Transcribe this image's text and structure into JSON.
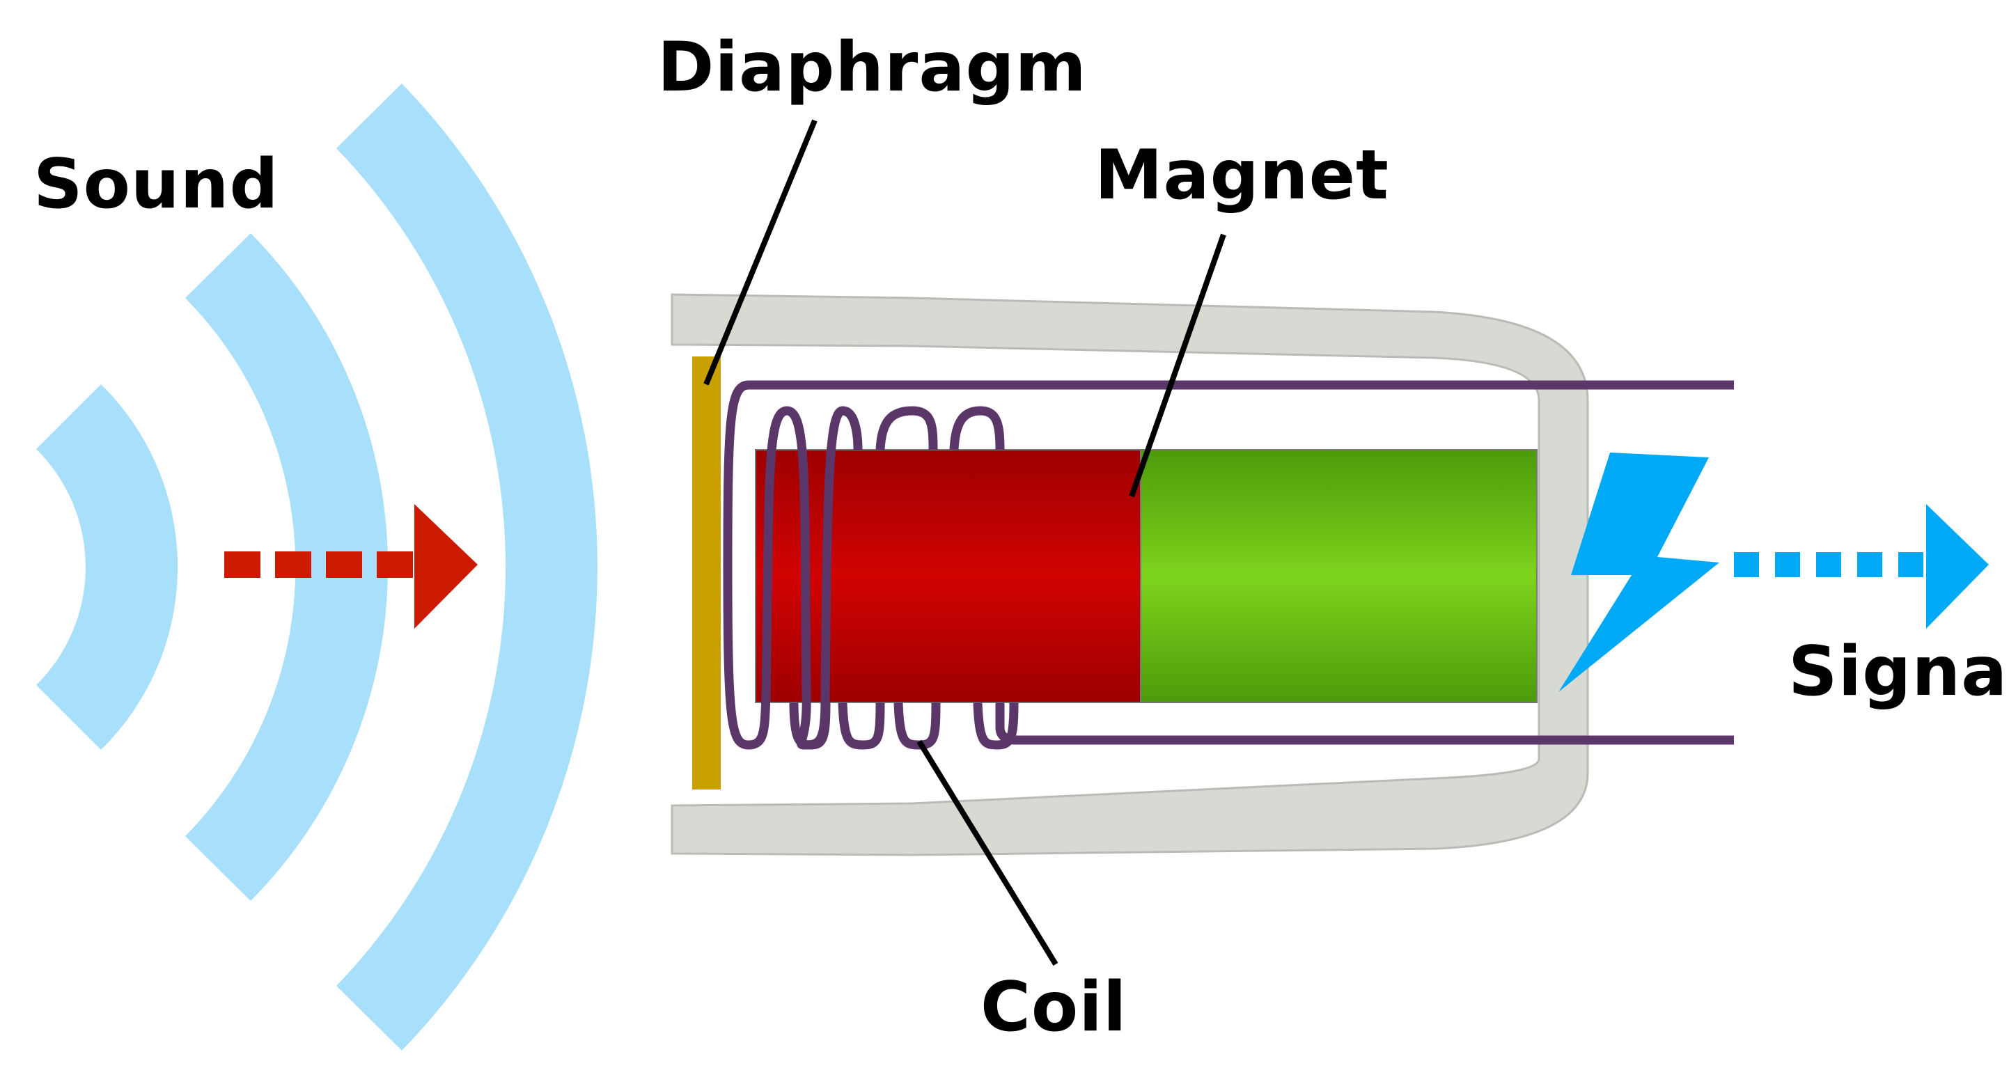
{
  "labels": {
    "sound": "Sound",
    "diaphragm": "Diaphragm",
    "magnet": "Magnet",
    "coil": "Coil",
    "signal": "Signal"
  },
  "colors": {
    "sound_waves": "#a8dffa",
    "sound_arrow": "#cc1a00",
    "signal_arrow": "#00a9f5",
    "lightning": "#00a9f5",
    "housing": "#d7d9d3",
    "diaphragm": "#c9a000",
    "magnet_north": "#c40000",
    "magnet_south": "#6fc418",
    "coil_wire": "#5b3669",
    "leader_line": "#000000"
  },
  "icons": {
    "sound": "sound-waves-icon",
    "signal": "lightning-bolt-icon"
  }
}
